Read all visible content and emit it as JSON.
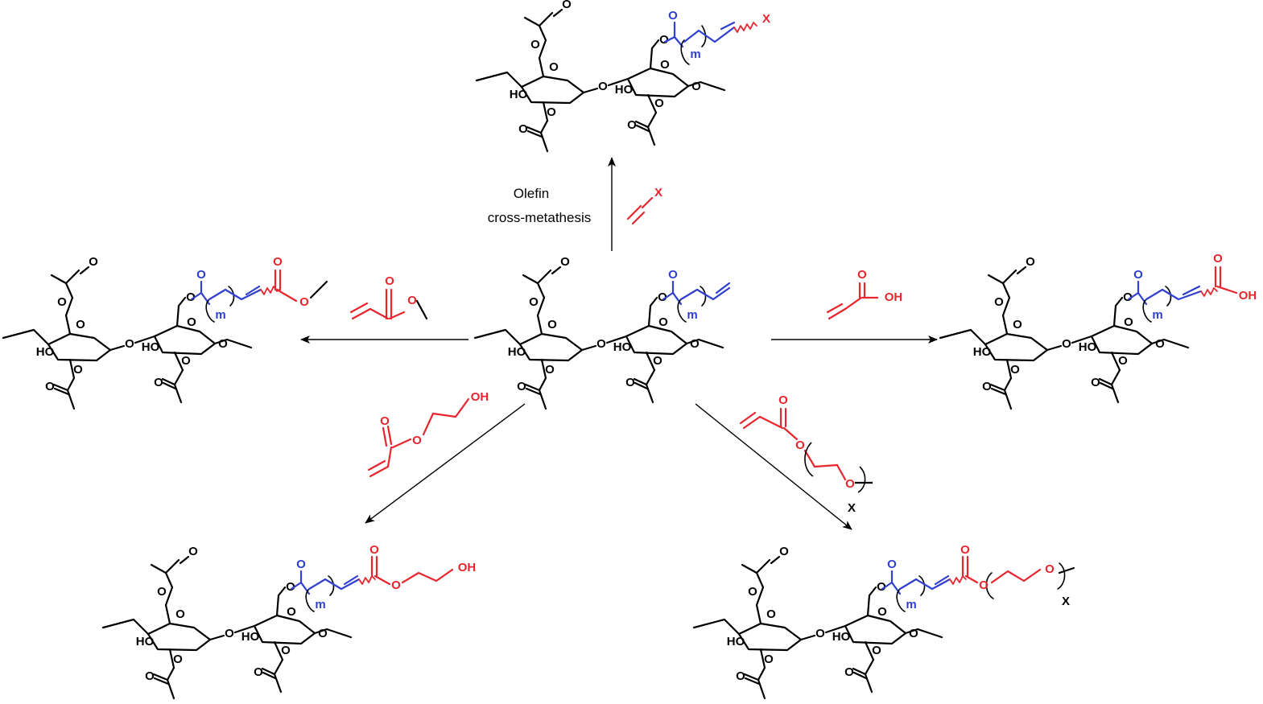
{
  "atoms": {
    "O": "O",
    "HO": "HO",
    "OH": "OH",
    "X": "X",
    "m": "m",
    "x": "X"
  },
  "condition": {
    "line1": "Olefin",
    "line2": "cross-metathesis"
  },
  "colors": {
    "backbone": "#000000",
    "linker": "#2f3fd0",
    "reagent": "#e8252d",
    "arrow": "#000000"
  }
}
